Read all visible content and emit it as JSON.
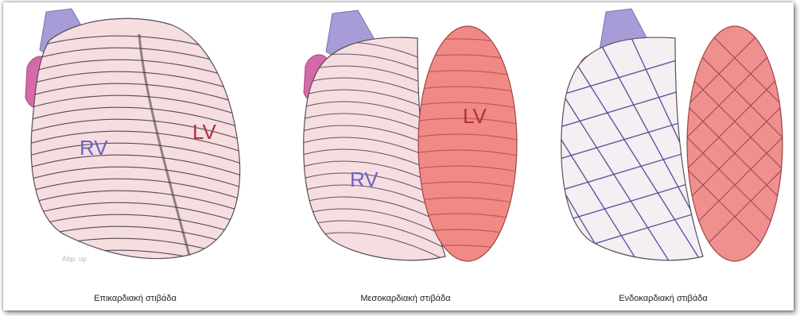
{
  "panels": [
    {
      "caption": "Επικαρδιακή στιβάδα",
      "labels": {
        "rv": "RV",
        "lv": "LV"
      },
      "small_text": "Abp. up"
    },
    {
      "caption": "Μεσοκαρδιακή στιβάδα",
      "labels": {
        "rv": "RV",
        "lv": "LV"
      }
    },
    {
      "caption": "Ενδοκαρδιακή στιβάδα",
      "labels": {}
    }
  ],
  "colors": {
    "heart_fill": "#f5dde0",
    "fiber": "#3a3340",
    "lv_fill": "#f08a87",
    "lv_fiber": "#b94b4e",
    "vessel_purple": "#a79bd8",
    "vessel_pink": "#d66aa8",
    "rv_label": "#6c62c4",
    "lv_label": "#b0303e",
    "endo_mesh": "#36328a"
  }
}
